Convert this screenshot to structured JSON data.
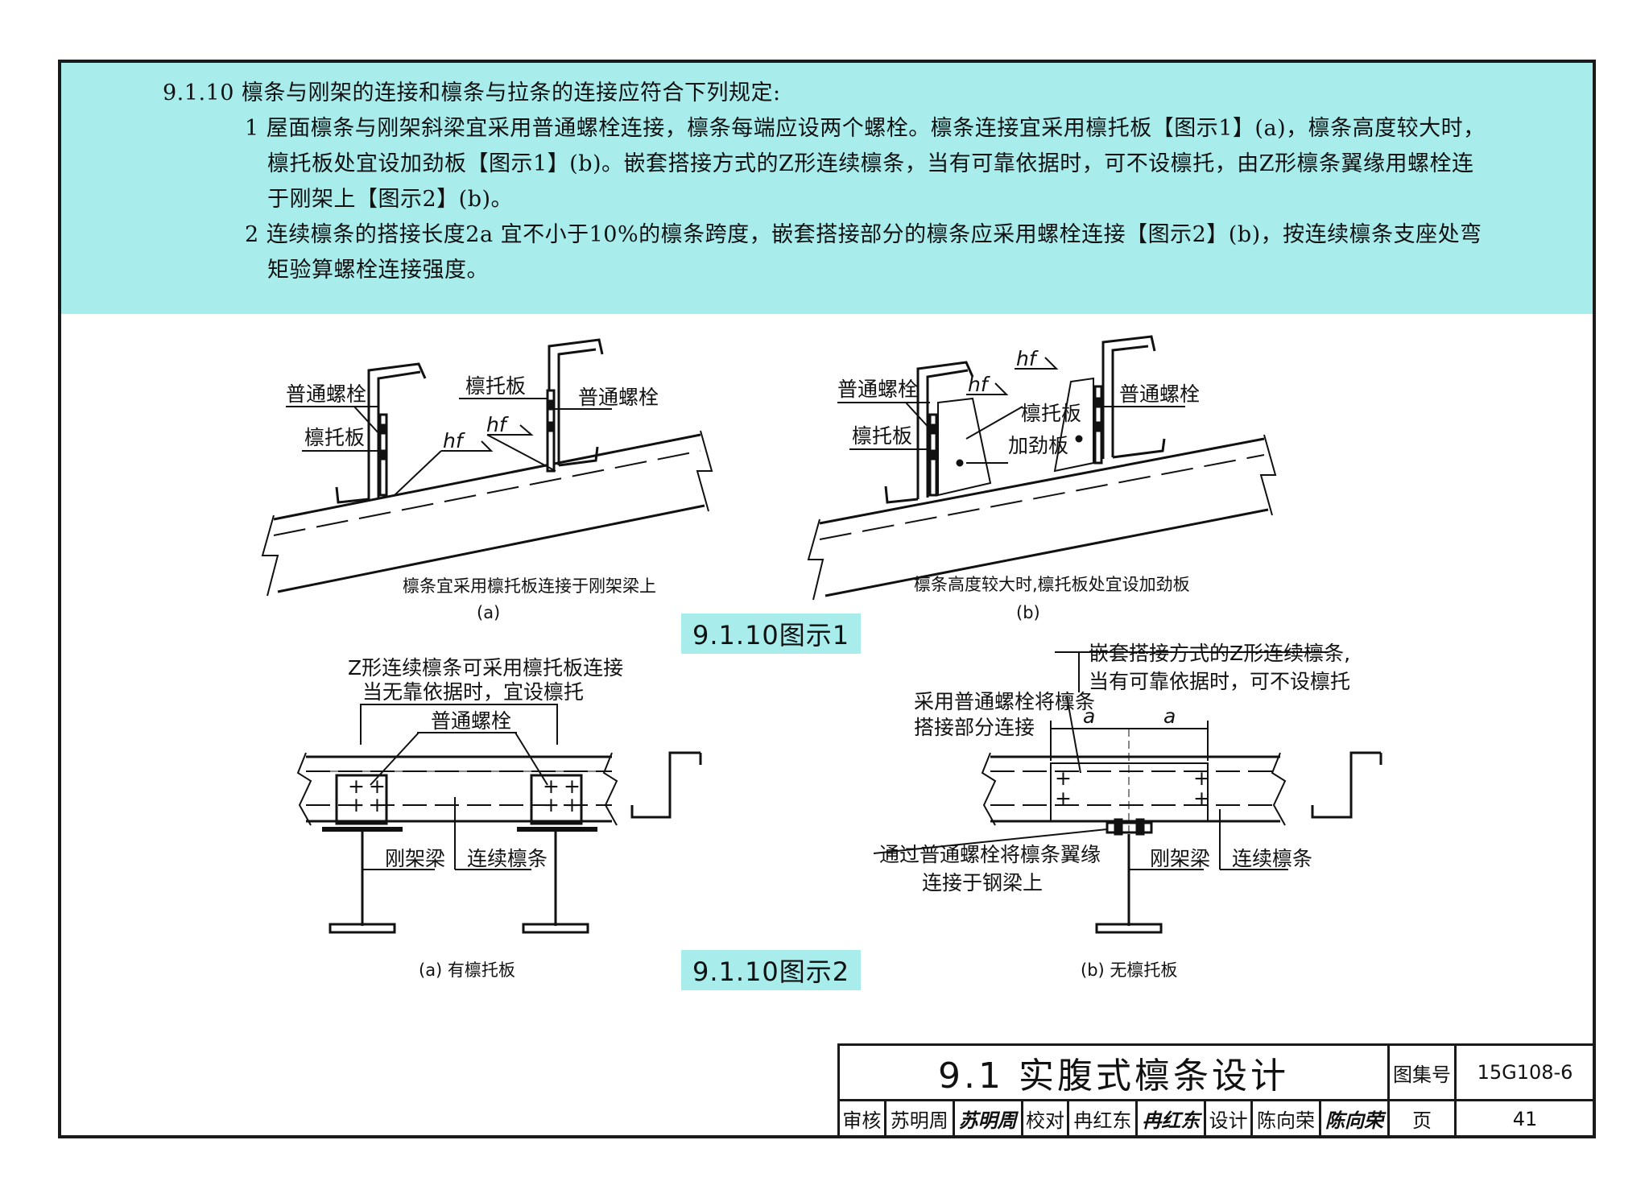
{
  "header": {
    "line1": "9.1.10 檩条与刚架的连接和檩条与拉条的连接应符合下列规定:",
    "item1_l1": "1 屋面檩条与刚架斜梁宜采用普通螺栓连接，檩条每端应设两个螺栓。檩条连接宜采用檩托板【图示1】(a)，檩条高度较大时，",
    "item1_l2": "檩托板处宜设加劲板【图示1】(b)。嵌套搭接方式的Z形连续檩条，当有可靠依据时，可不设檩托，由Z形檩条翼缘用螺栓连",
    "item1_l3": "于刚架上【图示2】(b)。",
    "item2_l1": "2 连续檩条的搭接长度2a 宜不小于10%的檩条跨度，嵌套搭接部分的檩条应采用螺栓连接【图示2】(b)，按连续檩条支座处弯",
    "item2_l2": "矩验算螺栓连接强度。"
  },
  "fig1": {
    "a": {
      "bolt": "普通螺栓",
      "plate": "檩托板",
      "plate_right": "檩托板",
      "bolt_right": "普通螺栓",
      "weld1": "hf",
      "weld2": "hf",
      "caption": "檩条宜采用檩托板连接于刚架梁上",
      "tag": "(a)"
    },
    "b": {
      "bolt": "普通螺栓",
      "plate": "檩托板",
      "plate_right": "檩托板",
      "stiffener": "加劲板",
      "bolt_right": "普通螺栓",
      "weld1": "hf",
      "weld2": "hf",
      "caption": "檩条高度较大时,檩托板处宜设加劲板",
      "tag": "(b)"
    },
    "title": "9.1.10图示1"
  },
  "fig2": {
    "a": {
      "note1": "Z形连续檩条可采用檩托板连接",
      "note2": "当无靠依据时，宜设檩托",
      "bolt": "普通螺栓",
      "beam": "刚架梁",
      "purlin": "连续檩条",
      "caption": "(a) 有檩托板"
    },
    "b": {
      "note1": "嵌套搭接方式的Z形连续檩条,",
      "note2": "当有可靠依据时，可不设檩托",
      "bolt1": "采用普通螺栓将檩条",
      "bolt2": "搭接部分连接",
      "dim1": "a",
      "dim2": "a",
      "flange1": "通过普通螺栓将檩条翼缘",
      "flange2": "连接于钢梁上",
      "beam": "刚架梁",
      "purlin": "连续檩条",
      "caption": "(b) 无檩托板"
    },
    "title": "9.1.10图示2"
  },
  "title_block": {
    "title": "9.1 实腹式檩条设计",
    "atlas_label": "图集号",
    "atlas_no": "15G108-6",
    "review_label": "审核",
    "review_name": "苏明周",
    "review_sign": "苏明周",
    "check_label": "校对",
    "check_name": "冉红东",
    "check_sign": "冉红东",
    "design_label": "设计",
    "design_name": "陈向荣",
    "design_sign": "陈向荣",
    "page_label": "页",
    "page_no": "41"
  },
  "colors": {
    "band": "#a8ecec",
    "ink": "#111111"
  }
}
